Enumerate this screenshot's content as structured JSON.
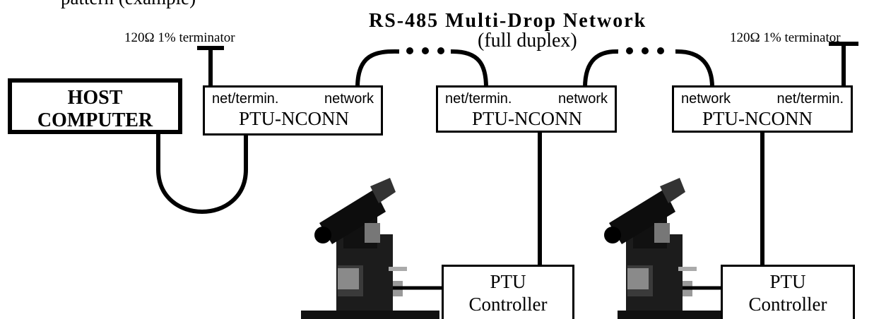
{
  "top_text": "pattern (example)",
  "title": "RS-485 Multi-Drop Network",
  "subtitle": "(full duplex)",
  "terminator_left": "120Ω 1% terminator",
  "terminator_right": "120Ω 1% terminator",
  "host": {
    "line1": "HOST",
    "line2": "COMPUTER"
  },
  "nconn": [
    {
      "left_port": "net/termin.",
      "right_port": "network",
      "name": "PTU-NCONN"
    },
    {
      "left_port": "net/termin.",
      "right_port": "network",
      "name": "PTU-NCONN"
    },
    {
      "left_port": "network",
      "right_port": "net/termin.",
      "name": "PTU-NCONN"
    }
  ],
  "controllers": [
    {
      "line1": "PTU",
      "line2": "Controller"
    },
    {
      "line1": "PTU",
      "line2": "Controller"
    }
  ],
  "colors": {
    "line": "#000000",
    "background": "#ffffff"
  }
}
